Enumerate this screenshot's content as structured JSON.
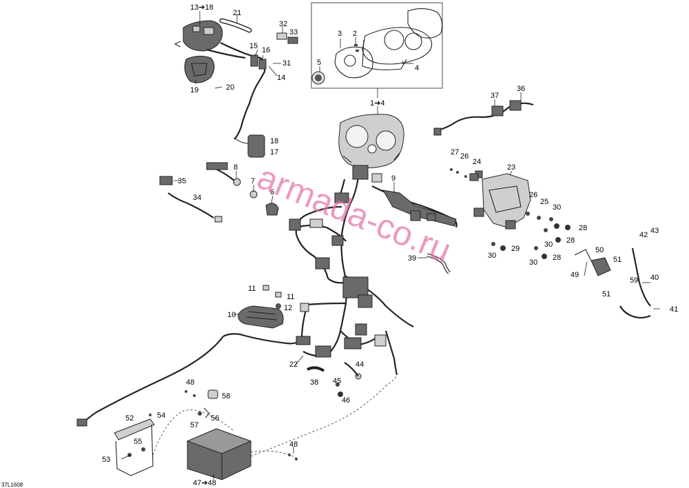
{
  "diagram": {
    "code": "37L1608",
    "watermark": "armada-co.ru",
    "labels": {
      "l13_18": "13➔18",
      "l21": "21",
      "l32": "32",
      "l33": "33",
      "l15": "15",
      "l16": "16",
      "l31": "31",
      "l14": "14",
      "l19": "19",
      "l20": "20",
      "l18": "18",
      "l17": "17",
      "l3": "3",
      "l2": "2",
      "l5": "5",
      "l4": "4",
      "l1_4": "1➔4",
      "l37": "37",
      "l36": "36",
      "l27": "27",
      "l26a": "26",
      "l24": "24",
      "l23": "23",
      "l26b": "26",
      "l25": "25",
      "l30a": "30",
      "l28a": "28",
      "l30b": "30",
      "l28b": "28",
      "l30c": "30",
      "l29": "29",
      "l30d": "30",
      "l28c": "28",
      "l8": "8",
      "l35": "35",
      "l7": "7",
      "l6": "6",
      "l9": "9",
      "l34": "34",
      "l39": "39",
      "l42": "42",
      "l43": "43",
      "l50": "50",
      "l51a": "51",
      "l49": "49",
      "l59": "59",
      "l40": "40",
      "l51b": "51",
      "l41": "41",
      "l11a": "11",
      "l11b": "11",
      "l12": "12",
      "l10": "10",
      "l22": "22",
      "l44": "44",
      "l38": "38",
      "l45": "45",
      "l46": "46",
      "l48a": "48",
      "l58": "58",
      "l52": "52",
      "l54": "54",
      "l56": "56",
      "l57": "57",
      "l55": "55",
      "l53": "53",
      "l48b": "48",
      "l47_48": "47➔48"
    }
  }
}
